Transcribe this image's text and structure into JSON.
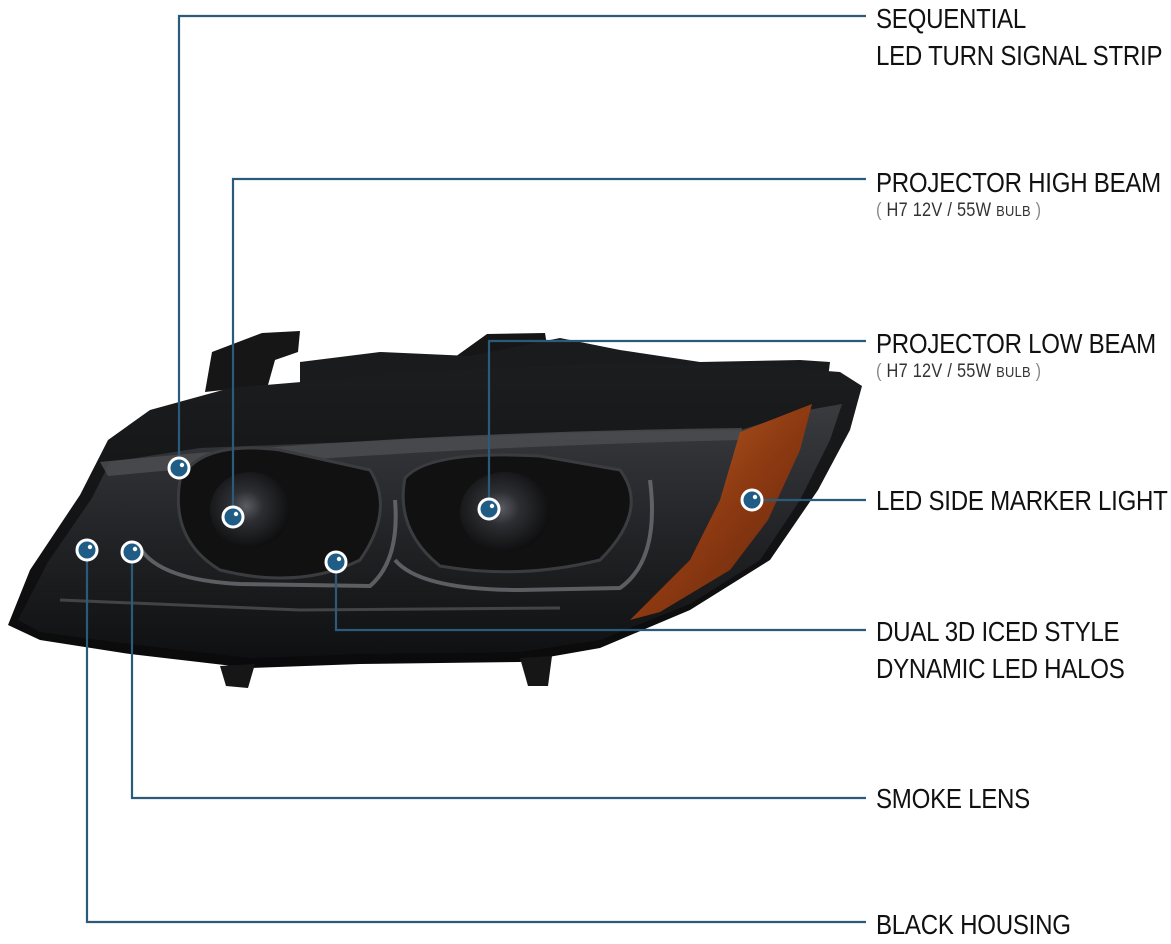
{
  "callouts": [
    {
      "id": "turn-signal",
      "lines": [
        "SEQUENTIAL",
        "LED TURN SIGNAL STRIP"
      ]
    },
    {
      "id": "high-beam",
      "lines": [
        "PROJECTOR HIGH BEAM"
      ],
      "sub": {
        "main": "H7  12V / 55W",
        "small": "BULB"
      }
    },
    {
      "id": "low-beam",
      "lines": [
        "PROJECTOR LOW BEAM"
      ],
      "sub": {
        "main": "H7  12V / 55W",
        "small": "BULB"
      }
    },
    {
      "id": "side-marker",
      "lines": [
        "LED SIDE MARKER LIGHT"
      ]
    },
    {
      "id": "halos",
      "lines": [
        "DUAL 3D ICED STYLE",
        "DYNAMIC LED HALOS"
      ]
    },
    {
      "id": "smoke-lens",
      "lines": [
        "SMOKE LENS"
      ]
    },
    {
      "id": "housing",
      "lines": [
        "BLACK HOUSING"
      ]
    }
  ],
  "colors": {
    "leader": "#2a5b7a",
    "marker_fill": "#1f5c86",
    "marker_ring": "#ffffff",
    "housing": "#141416",
    "lens": "#2a2b2e",
    "amber": "#a0481a"
  },
  "icons": {
    "marker": "dot-marker-icon"
  }
}
